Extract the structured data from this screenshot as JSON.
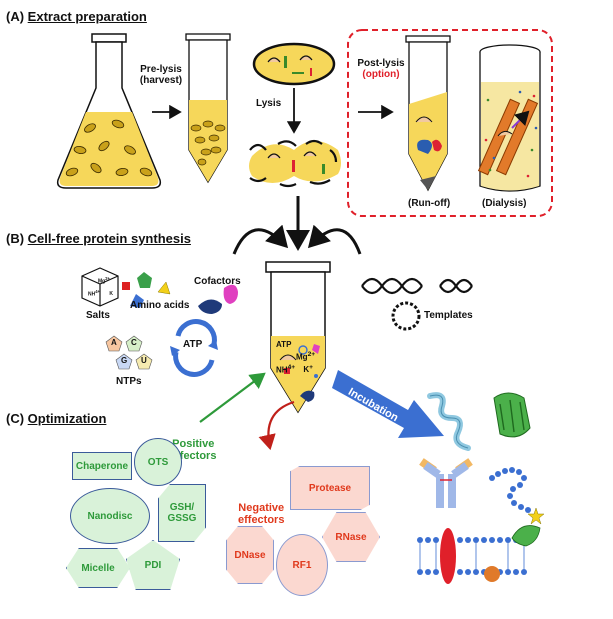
{
  "sections": {
    "a_prefix": "(A)",
    "a_title": "Extract preparation",
    "b_prefix": "(B)",
    "b_title": "Cell-free protein synthesis",
    "c_prefix": "(C)",
    "c_title": "Optimization"
  },
  "extract": {
    "prelysis": "Pre-lysis",
    "harvest": "(harvest)",
    "lysis": "Lysis",
    "postlysis": "Post-lysis",
    "option": "(option)",
    "runoff": "(Run-off)",
    "dialysis": "(Dialysis)"
  },
  "cfps": {
    "salts": "Salts",
    "amino_acids": "Amino acids",
    "cofactors": "Cofactors",
    "templates": "Templates",
    "ntps": "NTPs",
    "atp_cycle": "ATP",
    "tube_atp": "ATP",
    "tube_mg": "Mg",
    "tube_mg_sup": "2+",
    "tube_nh": "NH",
    "tube_nh_sup": "4+",
    "tube_k": "K",
    "tube_k_sup": "+",
    "salt_mg": "Mg",
    "salt_mg_sup": "2+",
    "salt_nh": "NH",
    "salt_nh_sup": "4+",
    "salt_k": "K",
    "nucleotides": [
      "A",
      "C",
      "G",
      "U"
    ],
    "incubation": "Incubation"
  },
  "optimization": {
    "positive": "Positive",
    "positive2": "effectors",
    "negative": "Negative",
    "negative2": "effectors",
    "positive_items": [
      "Chaperone",
      "OTS",
      "Nanodisc",
      "GSH/\nGSSG",
      "Micelle",
      "PDI"
    ],
    "negative_items": [
      "Protease",
      "RNase",
      "DNase",
      "RF1"
    ]
  },
  "colors": {
    "positive_text": "#2e9a3a",
    "negative_text": "#e0391c",
    "dashed_box": "#e0202a",
    "extract_yellow": "#f6d75a",
    "incubation_arrow": "#3b6fd1"
  }
}
